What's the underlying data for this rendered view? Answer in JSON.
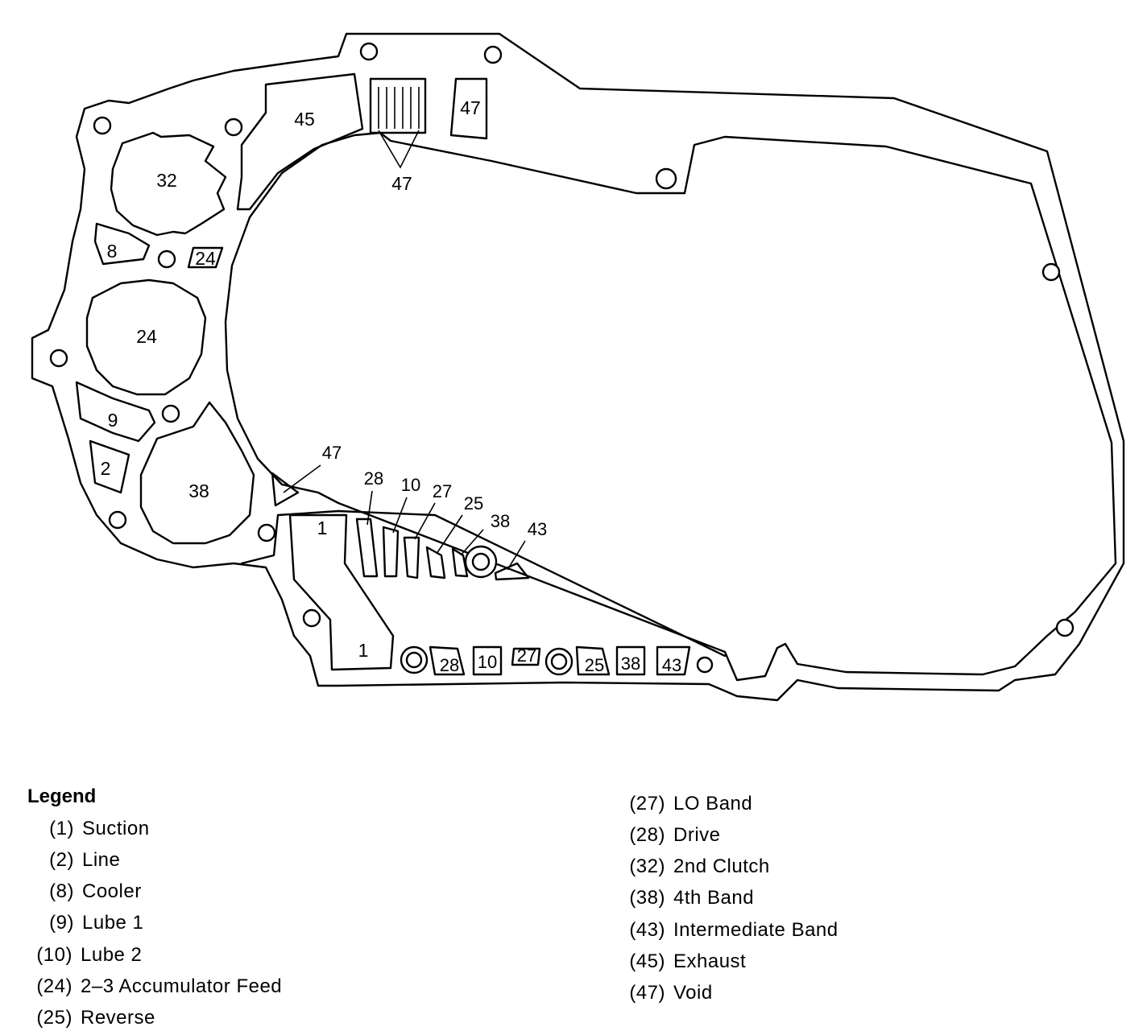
{
  "diagram": {
    "labels": {
      "c32": "32",
      "c24": "24",
      "c38": "38",
      "p45": "45",
      "p8": "8",
      "p24s": "24",
      "p9": "9",
      "p2": "2",
      "p1a": "1",
      "p1b": "1",
      "box47": "47",
      "call47_top": "47",
      "call47_left": "47",
      "c28": "28",
      "c10": "10",
      "c27": "27",
      "c25": "25",
      "c38s": "38",
      "c43": "43",
      "b28": "28",
      "b10": "10",
      "b27": "27",
      "b25": "25",
      "b38": "38",
      "b43": "43"
    }
  },
  "legend": {
    "title": "Legend",
    "left": [
      {
        "num": "(1)",
        "label": "Suction"
      },
      {
        "num": "(2)",
        "label": "Line"
      },
      {
        "num": "(8)",
        "label": "Cooler"
      },
      {
        "num": "(9)",
        "label": "Lube 1"
      },
      {
        "num": "(10)",
        "label": "Lube 2"
      },
      {
        "num": "(24)",
        "label": "2–3 Accumulator Feed"
      },
      {
        "num": "(25)",
        "label": "Reverse"
      }
    ],
    "right": [
      {
        "num": "(27)",
        "label": "LO Band"
      },
      {
        "num": "(28)",
        "label": "Drive"
      },
      {
        "num": "(32)",
        "label": "2nd Clutch"
      },
      {
        "num": "(38)",
        "label": "4th Band"
      },
      {
        "num": "(43)",
        "label": "Intermediate Band"
      },
      {
        "num": "(45)",
        "label": "Exhaust"
      },
      {
        "num": "(47)",
        "label": "Void"
      }
    ]
  }
}
